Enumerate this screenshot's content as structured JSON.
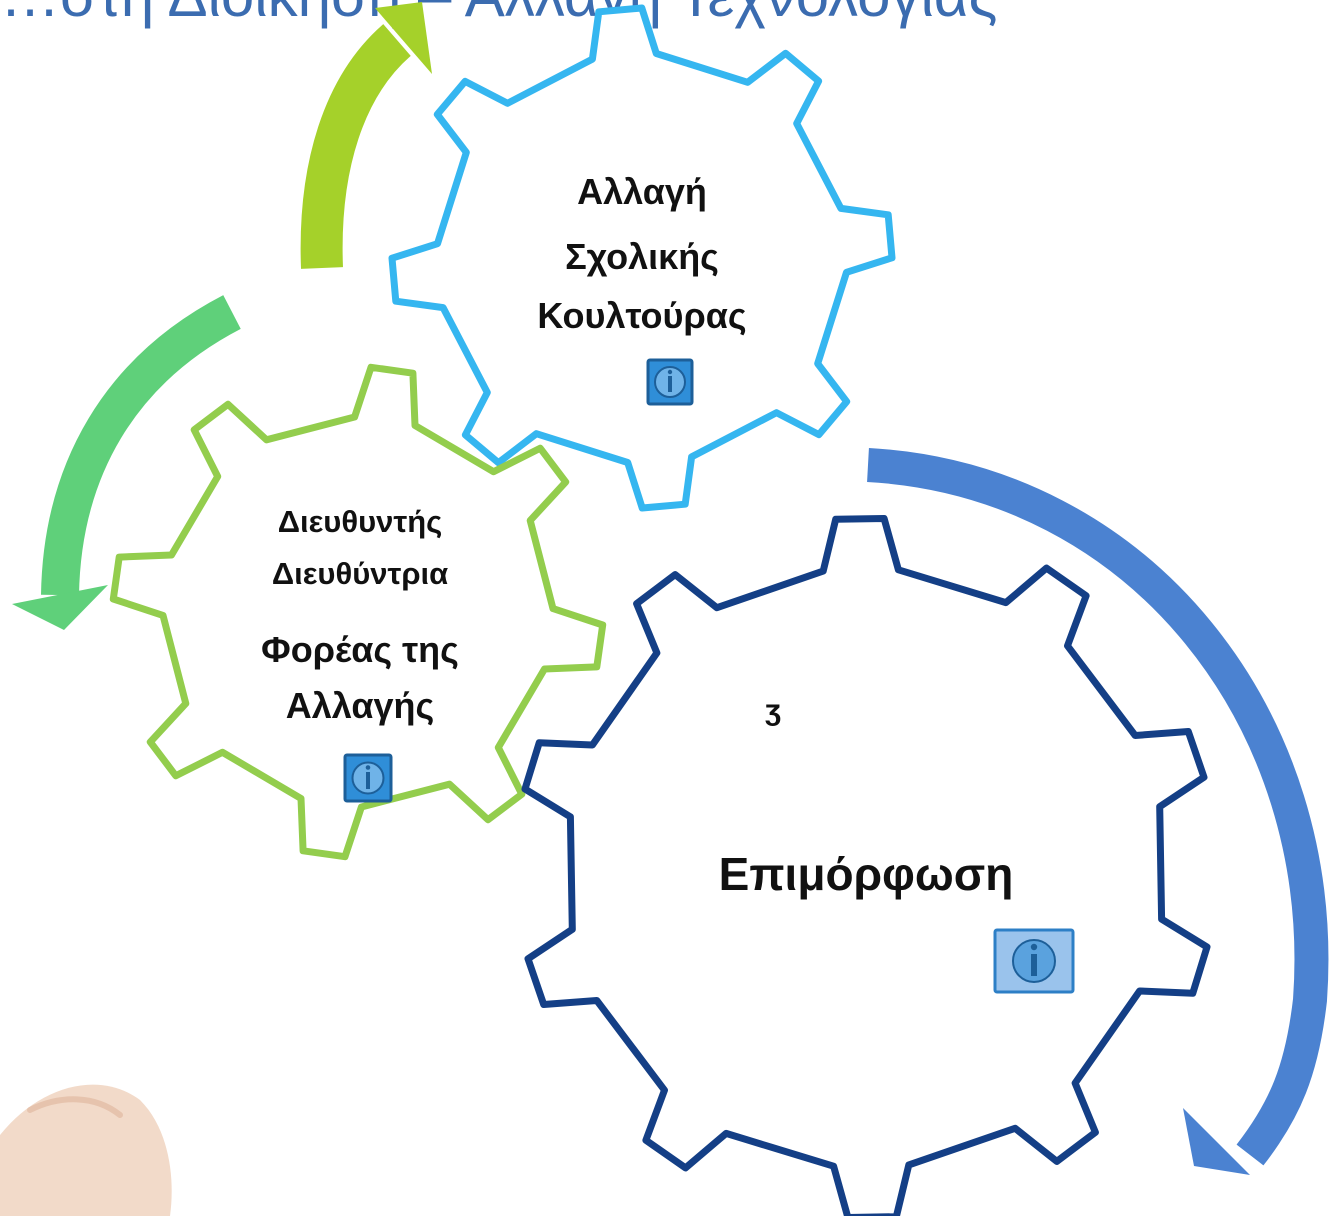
{
  "slide_title": "…στη Διοίκηση – Αλλαγή Τεχνολογίας",
  "colors": {
    "title": "#3b6cb0",
    "arrow_top": "#a5d12a",
    "arrow_left": "#5fd07a",
    "arrow_right": "#4b82d1",
    "gear_culture": "#35b6f0",
    "gear_leader": "#93cd4d",
    "gear_training": "#143f86",
    "info_button_fill": "#2f8ed8",
    "info_button_border": "#1d5f99"
  },
  "gears": {
    "culture": {
      "lines": [
        "Αλλαγή",
        "Σχολικής",
        "Κουλτούρας"
      ]
    },
    "leader": {
      "role_lines": [
        "Διευθυντής",
        "Διευθύντρια"
      ],
      "label_lines": [
        "Φορέας της",
        "Αλλαγής"
      ]
    },
    "training": {
      "label": "Επιμόρφωση",
      "glyph": "ʒ"
    }
  },
  "icons": {
    "info_culture": "info-icon",
    "info_leader": "info-icon",
    "info_training": "info-icon"
  }
}
